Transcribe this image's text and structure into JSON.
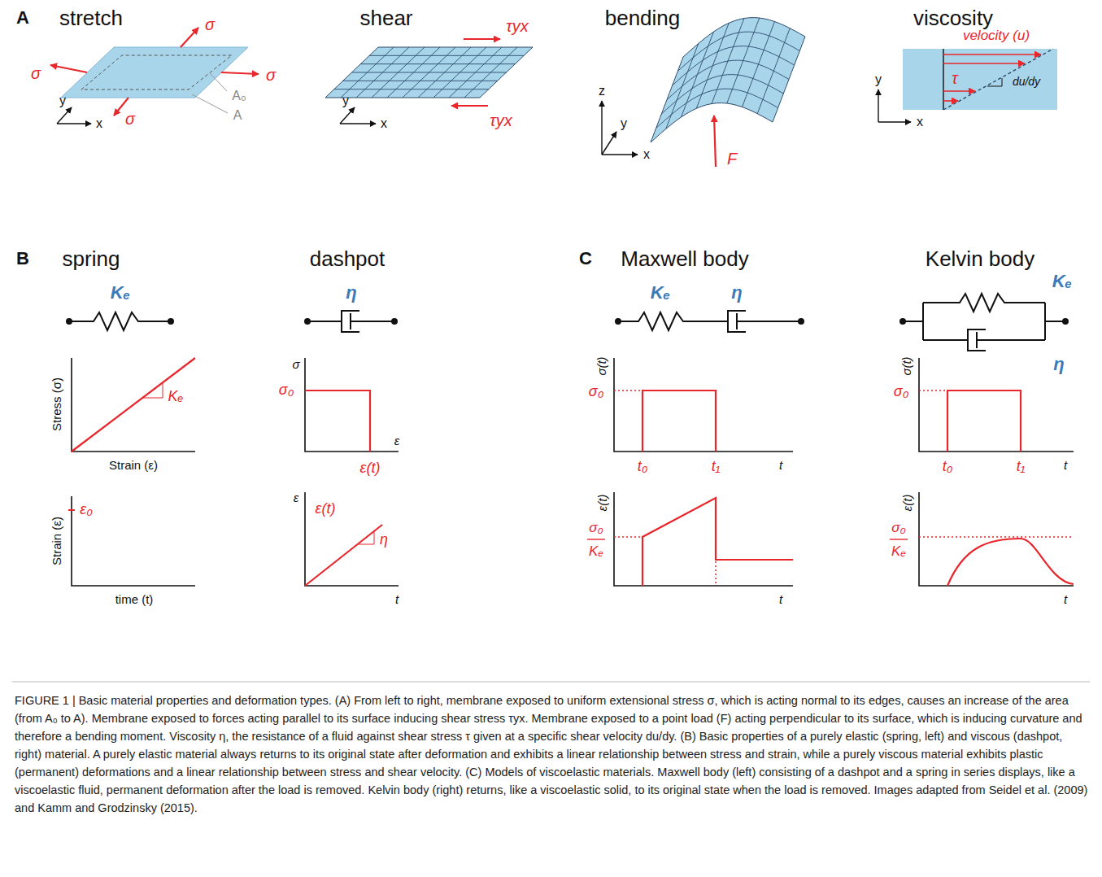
{
  "diagram": {
    "caption": "FIGURE 1 | Basic material properties and deformation types. (A) From left to right, membrane exposed to uniform extensional stress σ, which is acting normal to its edges, causes an increase of the area (from A₀ to A). Membrane exposed to forces acting parallel to its surface inducing shear stress τyx. Membrane exposed to a point load (F) acting perpendicular to its surface, which is inducing curvature and therefore a bending moment. Viscosity η, the resistance of a fluid against shear stress τ given at a specific shear velocity du/dy. (B) Basic properties of a purely elastic (spring, left) and viscous (dashpot, right) material. A purely elastic material always returns to its original state after deformation and exhibits a linear relationship between stress and strain, while a purely viscous material exhibits plastic (permanent) deformations and a linear relationship between stress and shear velocity. (C) Models of viscoelastic materials. Maxwell body (left) consisting of a dashpot and a spring in series displays, like a viscoelastic fluid, permanent deformation after the load is removed. Kelvin body (right) returns, like a viscoelastic solid, to its original state when the load is removed. Images adapted from Seidel et al. (2009) and Kamm and Grodzinsky (2015).",
    "labels": [
      "A",
      "stretch",
      "σ",
      "σ",
      "σ",
      "σ",
      "A₀",
      "A",
      "y",
      "x",
      "shear",
      "τyx",
      "τyx",
      "y",
      "x",
      "bending",
      "z",
      "y",
      "x",
      "F",
      "viscosity",
      "velocity (u)",
      "τ",
      "du/dy",
      "y",
      "x",
      "B",
      "spring",
      "dashpot",
      "C",
      "Maxwell body",
      "Kelvin body",
      "Kₑ",
      "η",
      "Kₑ",
      "η",
      "Kₑ",
      "η",
      "Stress (σ)",
      "Strain (ε)",
      "Kₑ",
      "σ",
      "σ₀",
      "ε(t)",
      "ε",
      "σ(t)",
      "σ₀",
      "t₀",
      "t₁",
      "t",
      "σ(t)",
      "σ₀",
      "t₀",
      "t₁",
      "t",
      "Strain (ε)",
      "ε₀",
      "time (t)",
      "ε",
      "ε(t)",
      "η",
      "t",
      "ε(t)",
      "σ₀",
      "Kₑ",
      "t",
      "ε(t)",
      "σ₀",
      "Kₑ",
      "t"
    ]
  }
}
